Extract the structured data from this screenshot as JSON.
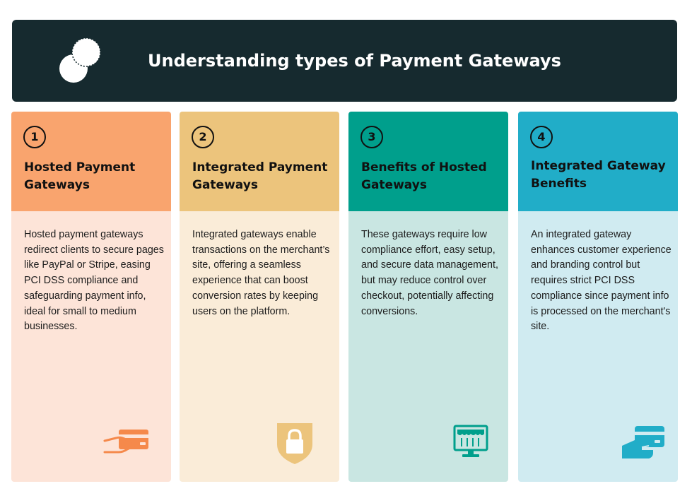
{
  "header": {
    "title": "Understanding types of Payment Gateways",
    "logo_icon": "overlapping-circles-icon"
  },
  "cards": [
    {
      "number": "1",
      "title": "Hosted Payment Gateways",
      "text": "Hosted payment gateways redirect clients to secure pages like PayPal or Stripe, easing PCI DSS compliance and safeguarding payment info, ideal for small to medium businesses.",
      "icon": "hand-card-icon",
      "color": "#f9a46e"
    },
    {
      "number": "2",
      "title": "Integrated Payment Gateways",
      "text": "Integrated gateways enable transactions on the merchant’s site, offering a seamless experience that can boost conversion rates by keeping users on the platform.",
      "icon": "shield-lock-icon",
      "color": "#ecc47c"
    },
    {
      "number": "3",
      "title": "Benefits of Hosted Gateways",
      "text": "These gateways require low compliance effort, easy setup, and secure data management, but may reduce control over checkout, potentially affecting conversions.",
      "icon": "online-store-icon",
      "color": "#009f8c"
    },
    {
      "number": "4",
      "title": "Integrated Gateway Benefits",
      "text": "An integrated gateway enhances customer experience and branding control but requires strict PCI DSS compliance since payment info is processed on the merchant's site.",
      "icon": "card-payment-icon",
      "color": "#21adc8"
    }
  ]
}
